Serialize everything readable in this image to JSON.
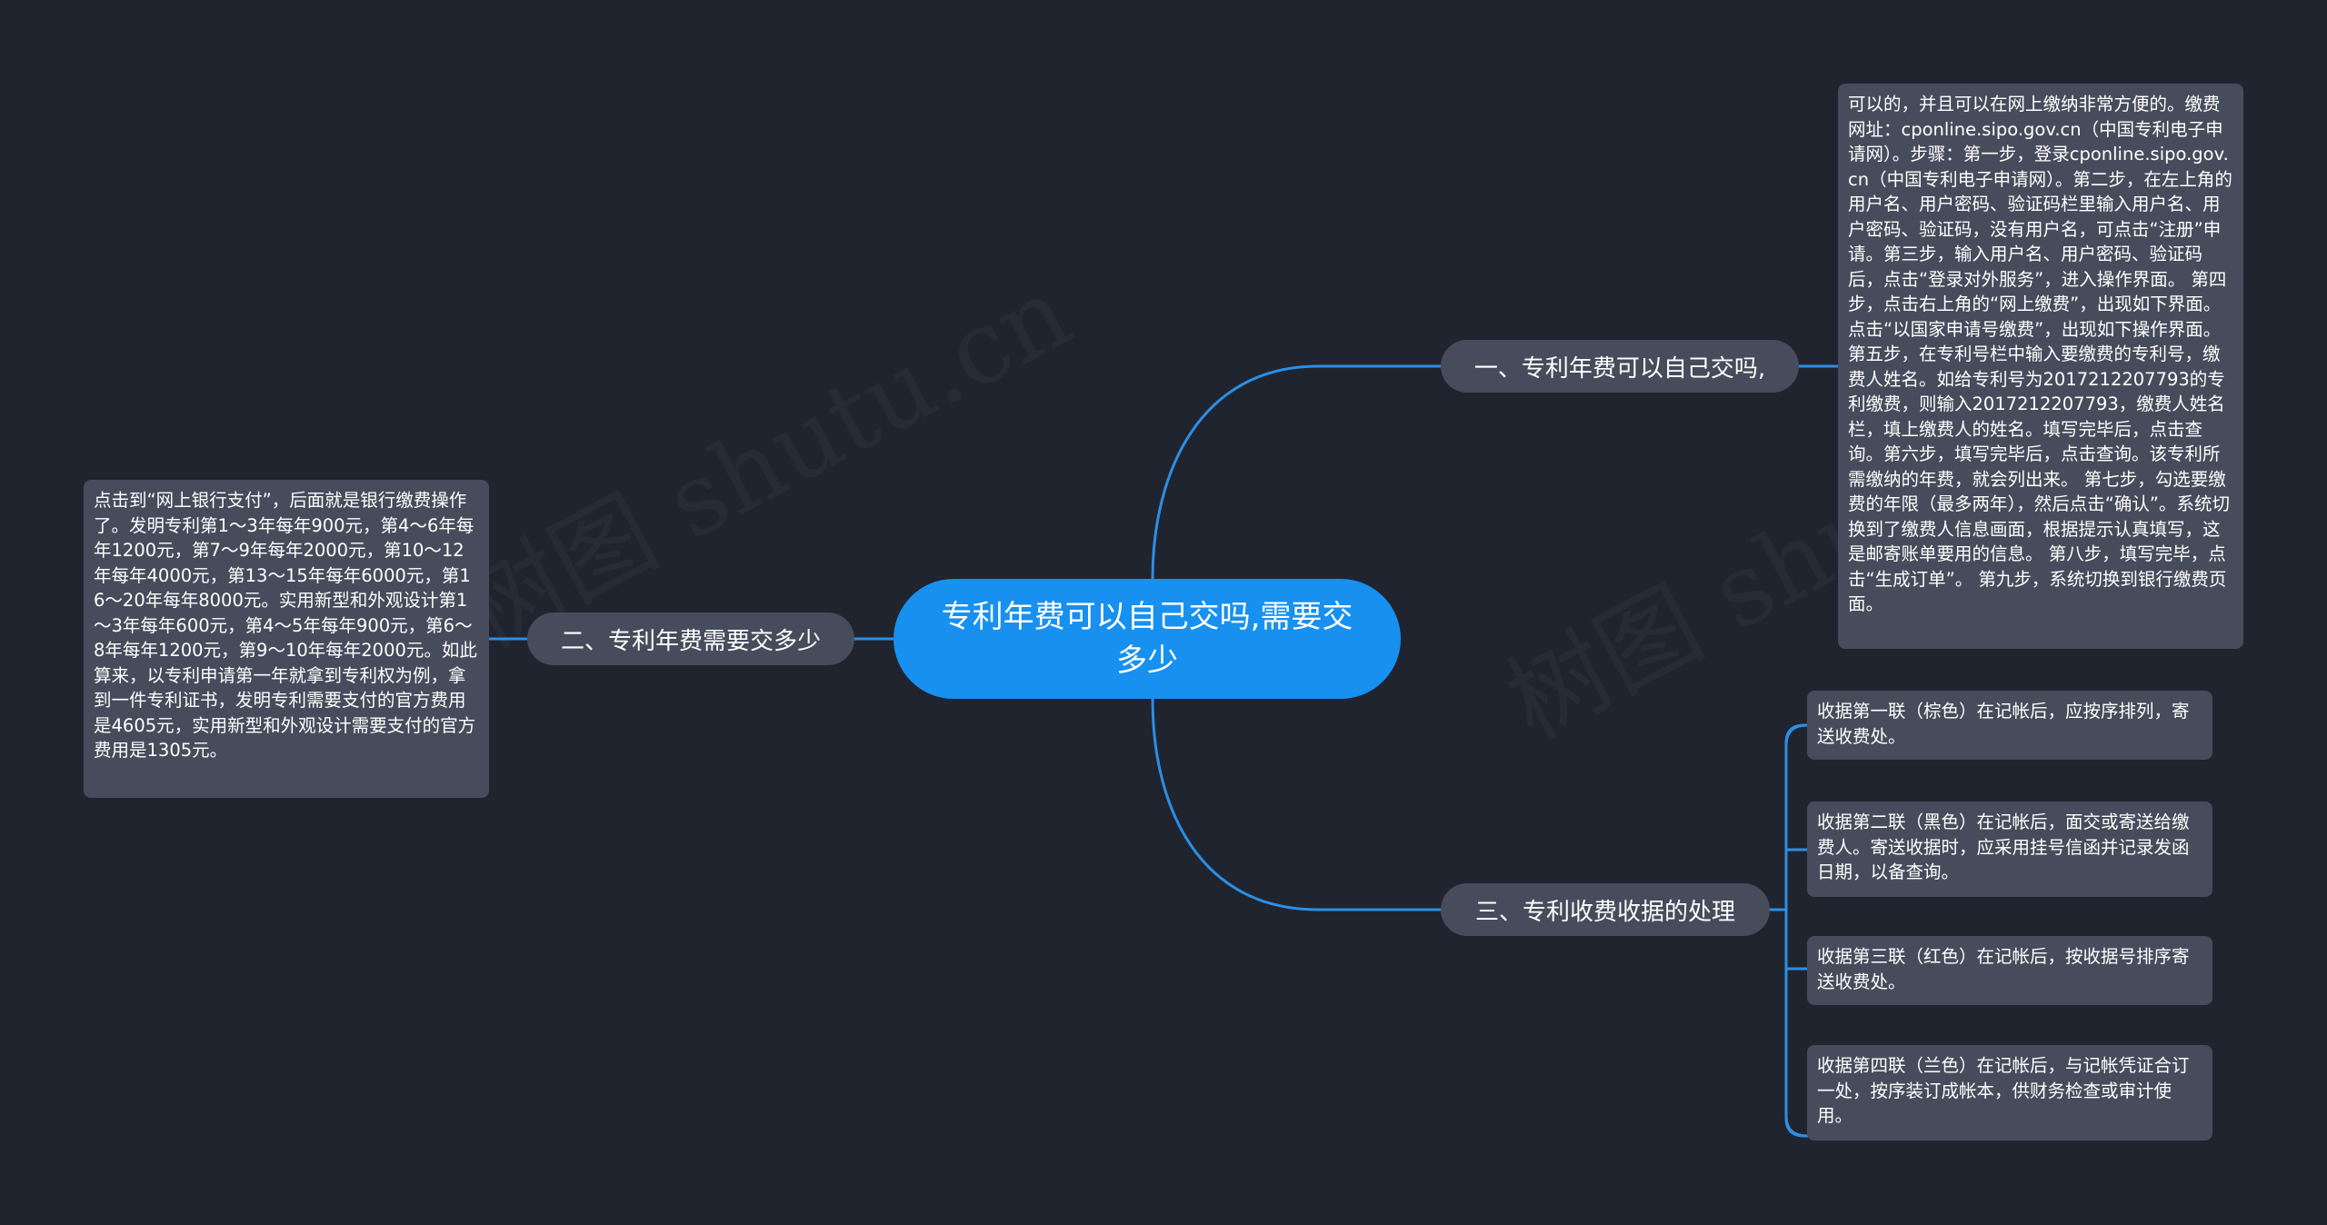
{
  "root": {
    "label": "专利年费可以自己交吗,需要交多少"
  },
  "branch1": {
    "label": "一、专利年费可以自己交吗,",
    "detail": "可以的，并且可以在网上缴纳非常方便的。缴费网址：cponline.sipo.gov.cn（中国专利电子申请网）。步骤：第一步，登录cponline.sipo.gov.cn（中国专利电子申请网）。第二步，在左上角的用户名、用户密码、验证码栏里输入用户名、用户密码、验证码，没有用户名，可点击“注册”申请。第三步，输入用户名、用户密码、验证码后，点击“登录对外服务”，进入操作界面。 第四步，点击右上角的“网上缴费”，出现如下界面。点击“以国家申请号缴费”，出现如下操作界面。 第五步，在专利号栏中输入要缴费的专利号，缴费人姓名。如给专利号为2017212207793的专利缴费，则输入2017212207793，缴费人姓名栏，填上缴费人的姓名。填写完毕后，点击查询。第六步，填写完毕后，点击查询。该专利所需缴纳的年费，就会列出来。 第七步，勾选要缴费的年限（最多两年），然后点击“确认”。系统切换到了缴费人信息画面，根据提示认真填写，这是邮寄账单要用的信息。 第八步，填写完毕，点击“生成订单”。 第九步，系统切换到银行缴费页面。"
  },
  "branch2": {
    "label": "二、专利年费需要交多少",
    "detail": "点击到“网上银行支付”，后面就是银行缴费操作了。发明专利第1～3年每年900元，第4～6年每年1200元，第7～9年每年2000元，第10～12年每年4000元，第13～15年每年6000元，第16～20年每年8000元。实用新型和外观设计第1～3年每年600元，第4～5年每年900元，第6～8年每年1200元，第9～10年每年2000元。如此算来，以专利申请第一年就拿到专利权为例，拿到一件专利证书，发明专利需要支付的官方费用是4605元，实用新型和外观设计需要支付的官方费用是1305元。"
  },
  "branch3": {
    "label": "三、专利收费收据的处理",
    "items": [
      "收据第一联（棕色）在记帐后，应按序排列，寄送收费处。",
      "收据第二联（黑色）在记帐后，面交或寄送给缴费人。寄送收据时，应采用挂号信函并记录发函日期，以备查询。",
      "收据第三联（红色）在记帐后，按收据号排序寄送收费处。",
      "收据第四联（兰色）在记帐后，与记帐凭证合订一处，按序装订成帐本，供财务检查或审计使用。"
    ]
  },
  "colors": {
    "background": "#20242f",
    "root": "#1890ef",
    "node": "#464c5b",
    "connector": "#2b8fe6",
    "text": "#ffffff"
  }
}
